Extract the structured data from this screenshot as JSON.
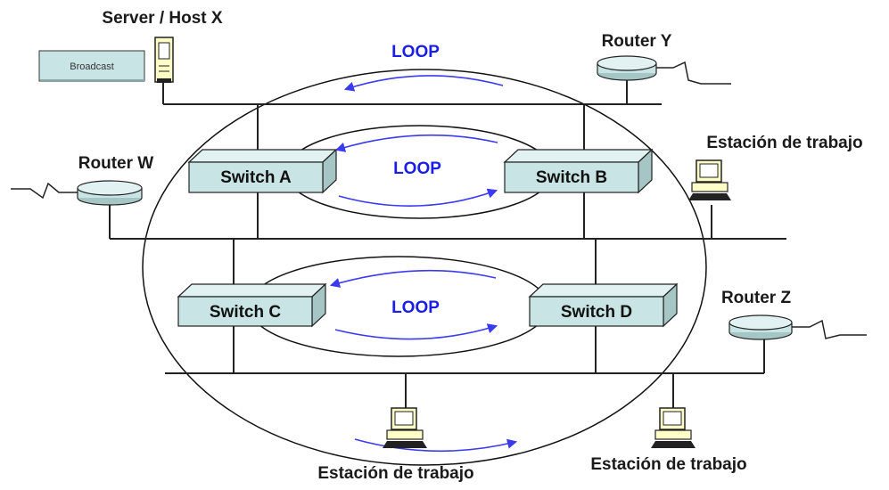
{
  "labels": {
    "server": "Server / Host X",
    "broadcast": "Broadcast",
    "router_y": "Router Y",
    "router_w": "Router  W",
    "router_z": "Router Z",
    "workstation_right": "Estación de trabajo",
    "workstation_bottom_left": "Estación de trabajo",
    "workstation_bottom_right": "Estación de trabajo",
    "switch_a": "Switch A",
    "switch_b": "Switch B",
    "switch_c": "Switch C",
    "switch_d": "Switch D",
    "loop_top": "LOOP",
    "loop_ab": "LOOP",
    "loop_cd": "LOOP"
  },
  "colors": {
    "loop_text": "#1a1ee6",
    "arrow": "#3a3af0",
    "switch_face": "#c8e4e4",
    "router_body": "#c8e4e4",
    "monitor": "#ffffc8"
  }
}
